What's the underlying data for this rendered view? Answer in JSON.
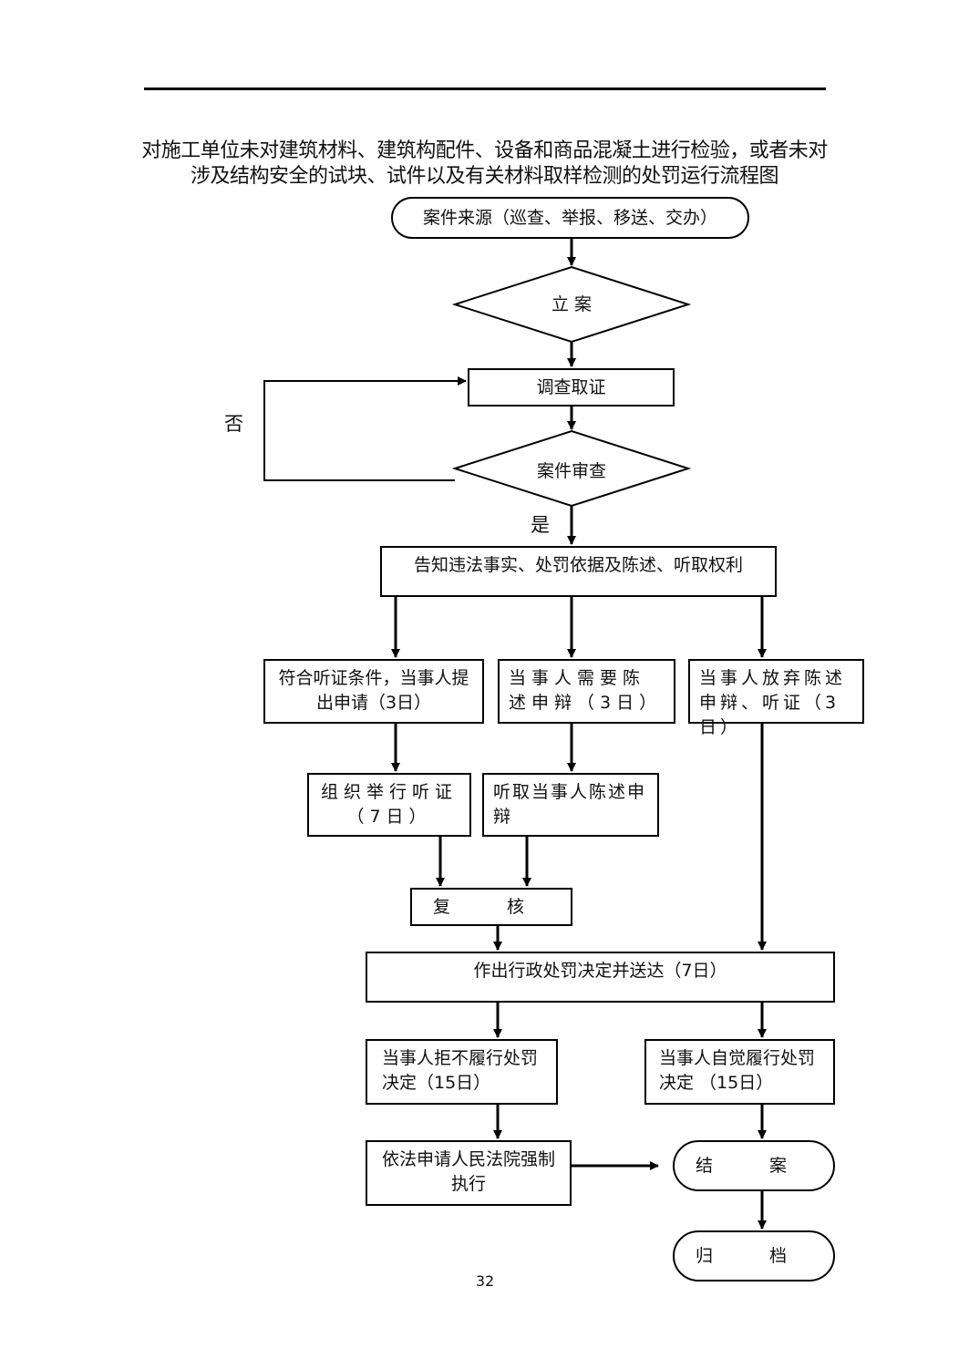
{
  "title": {
    "line1": "对施工单位未对建筑材料、建筑构配件、设备和商品混凝土进行检验，或者未对",
    "line2": "涉及结构安全的试块、试件以及有关材料取样检测的处罚运行流程图"
  },
  "nodes": {
    "source": "案件来源（巡查、举报、移送、交办）",
    "filing": "立 案",
    "investigation": "调查取证",
    "review": "案件审查",
    "notify": "告知违法事实、处罚依据及陈述、听取权利",
    "hearing_apply": "符合听证条件，当事人提出申请（3日）",
    "statement_need": "当事人需要陈述申辩（3日）",
    "waive": "当事人放弃陈述申辩、听证（3日）",
    "hearing_hold": "组织举行听证（7日）",
    "listen_statement": "听取当事人陈述申辩",
    "recheck": "复 核",
    "decision": "作出行政处罚决定并送达（7日）",
    "refuse": "当事人拒不履行处罚决定（15日）",
    "comply": "当事人自觉履行处罚决定 （15日）",
    "enforce": "依法申请人民法院强制执行",
    "close": "结 案",
    "archive": "归 档"
  },
  "labels": {
    "no": "否",
    "yes": "是"
  },
  "footer": {
    "page_number": "32"
  }
}
